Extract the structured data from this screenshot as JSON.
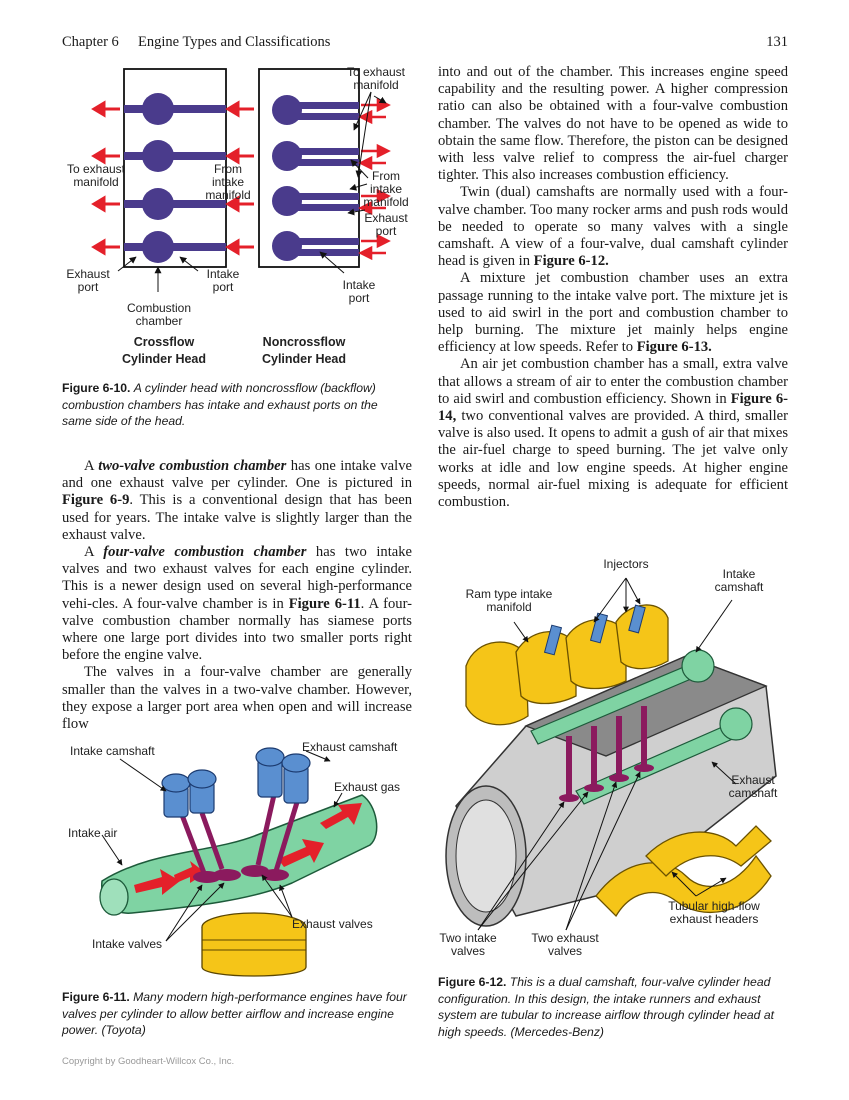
{
  "header": {
    "chapter": "Chapter 6",
    "title": "Engine Types and Classifications",
    "page_number": "131"
  },
  "fig_6_10": {
    "labels": {
      "to_exhaust_manifold_top": "To exhaust manifold",
      "to_exhaust_manifold_left": "To exhaust manifold",
      "from_intake_manifold_mid": "From intake manifold",
      "from_intake_manifold_right": "From intake manifold",
      "exhaust_port_right": "Exhaust port",
      "exhaust_port_left": "Exhaust port",
      "intake_port_mid": "Intake port",
      "intake_port_right": "Intake port",
      "combustion_chamber": "Combustion chamber",
      "crossflow_title": "Crossflow Cylinder Head",
      "noncrossflow_title": "Noncrossflow Cylinder Head"
    },
    "caption_label": "Figure 6-10.",
    "caption_text": "A cylinder head with noncrossflow (backflow) combustion chambers has intake and exhaust ports on the same side of the head."
  },
  "left_column": {
    "p1_a": "A ",
    "p1_term": "two-valve combustion chamber",
    "p1_b": " has one intake valve and one exhaust valve per cylinder. One is pictured in ",
    "p1_ref": "Figure 6-9",
    "p1_c": ". This is a conventional design that has been used for years. The intake valve is slightly larger than the exhaust valve.",
    "p2_a": "A ",
    "p2_term": "four-valve combustion chamber",
    "p2_b": " has two intake valves and two exhaust valves for each engine cylinder. This is a newer design used on several high-performance vehi-cles. A four-valve chamber is in ",
    "p2_ref": "Figure 6-11",
    "p2_c": ". A four-valve combustion chamber normally has siamese ports where one large port divides into two smaller ports right before the engine valve.",
    "p3": "The valves in a four-valve chamber are generally smaller than the valves in a two-valve chamber. However, they expose a larger port area when open and will increase flow"
  },
  "right_column": {
    "p1": "into and out of the chamber. This increases engine speed capability and the resulting power. A higher compression ratio can also be obtained with a four-valve combustion chamber. The valves do not have to be opened as wide to obtain the same flow. Therefore, the piston can be designed with less valve relief to compress the air-fuel charger tighter. This also increases combustion efficiency.",
    "p2_a": "Twin (dual) camshafts are normally used with a four-valve chamber. Too many rocker arms and push rods would be needed to operate so many valves with a single camshaft. A view of a four-valve, dual camshaft cylinder head is given in ",
    "p2_ref": "Figure 6-12.",
    "p3_a": "A mixture jet combustion chamber uses an extra passage running to the intake valve port. The mixture jet is used to aid swirl in the port and combustion chamber to help burning. The mixture jet mainly helps engine efficiency at low speeds. Refer to ",
    "p3_ref": "Figure 6-13.",
    "p4_a": "An air jet combustion chamber has a small, extra valve that allows a stream of air to enter the combustion chamber to aid swirl and combustion efficiency. Shown in ",
    "p4_ref": "Figure 6-14,",
    "p4_b": " two conventional valves are provided. A third, smaller valve is also used. It opens to admit a gush of air that mixes the air-fuel charge to speed burning. The jet valve only works at idle and low engine speeds. At higher engine speeds, normal air-fuel mixing is adequate for efficient combustion."
  },
  "fig_6_11": {
    "labels": {
      "intake_camshaft": "Intake camshaft",
      "exhaust_camshaft": "Exhaust camshaft",
      "exhaust_gas": "Exhaust gas",
      "intake_air": "Intake air",
      "exhaust_valves": "Exhaust valves",
      "intake_valves": "Intake valves"
    },
    "caption_label": "Figure 6-11.",
    "caption_text": "Many modern high-performance engines have four valves per cylinder to allow better airflow and increase engine power. (Toyota)"
  },
  "fig_6_12": {
    "labels": {
      "injectors": "Injectors",
      "intake_camshaft": "Intake camshaft",
      "ram_type_intake_manifold": "Ram type intake manifold",
      "exhaust_camshaft": "Exhaust camshaft",
      "tubular_headers": "Tubular high-flow exhaust headers",
      "two_intake_valves": "Two intake valves",
      "two_exhaust_valves": "Two exhaust valves"
    },
    "caption_label": "Figure 6-12.",
    "caption_text": "This is a dual camshaft, four-valve cylinder head configuration. In this design, the intake runners and exhaust system are tubular to increase airflow through cylinder head at high speeds. (Mercedes-Benz)"
  },
  "footer": {
    "copyright": "Copyright by Goodheart-Willcox Co., Inc."
  },
  "colors": {
    "purple": "#4a3b8c",
    "red": "#e4202a",
    "green": "#7fd3a3",
    "yellow": "#f5c518",
    "magenta": "#8b1a5e",
    "blue": "#5a8fd0"
  }
}
